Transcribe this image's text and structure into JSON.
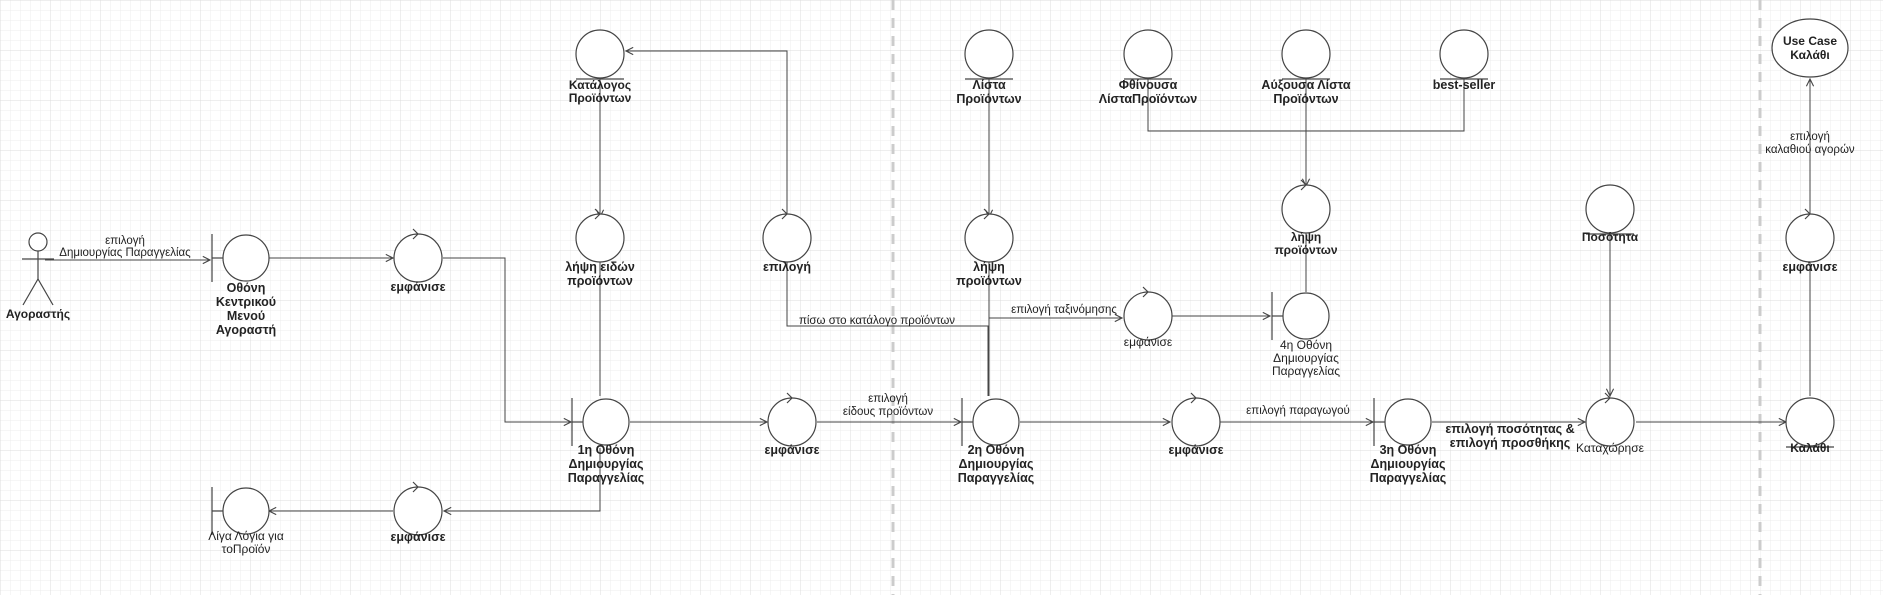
{
  "diagram": {
    "colors": {
      "stroke": "#444444",
      "grid": "#e6e6e6",
      "grid_major": "#d4d4d4",
      "divider": "#cccccc",
      "text": "#222222"
    },
    "actor": {
      "label": "Αγοραστής"
    },
    "boundaries": {
      "main_menu": [
        "Οθόνη",
        "Κεντρικού",
        "Μενού",
        "Αγοραστή"
      ],
      "screen1": [
        "1η Οθόνη",
        "Δημιουργίας",
        "Παραγγελίας"
      ],
      "screen2": [
        "2η Οθόνη",
        "Δημιουργίας",
        "Παραγγελίας"
      ],
      "screen3": [
        "3η Οθόνη",
        "Δημιουργίας",
        "Παραγγελίας"
      ],
      "screen4": [
        "4η Οθόνη",
        "Δημιουργίας",
        "Παραγγελίας"
      ],
      "few_words": [
        "Λίγα Λόγια για",
        "τοΠροϊόν"
      ]
    },
    "controls": {
      "show_menu": [
        "εμφάνισε"
      ],
      "get_product_types": [
        "λήψη ειδών",
        "προϊόντων"
      ],
      "select": [
        "επιλογή"
      ],
      "show_s1": [
        "εμφάνισε"
      ],
      "show_few": [
        "εμφάνισε"
      ],
      "get_products": [
        "λήψη",
        "προϊόντων"
      ],
      "show_sort": [
        "εμφάνισε"
      ],
      "get_products_4": [
        "λήψη",
        "προϊόντων"
      ],
      "show_s2": [
        "εμφάνισε"
      ],
      "register": [
        "Καταχώρησε"
      ],
      "show_cart": [
        "εμφάνισε"
      ]
    },
    "entities": {
      "catalog": [
        "Κατάλογος",
        "Προϊόντων"
      ],
      "product_list": [
        "Λίστα",
        "Προϊόντων"
      ],
      "desc_list": [
        "Φθίνουσα",
        "ΛίσταΠροϊόντων"
      ],
      "asc_list": [
        "Αύξουσα Λίστα",
        "Προϊόντων"
      ],
      "best_seller": [
        "best-seller"
      ],
      "quantity": [
        "Ποσότητα"
      ],
      "cart": [
        "Καλάθι"
      ]
    },
    "use_case": [
      "Use Case",
      "Καλάθι"
    ],
    "edges": {
      "select_create_order": [
        "επιλογή",
        "Δημιουργίας Παραγγελίας"
      ],
      "back_to_catalog": [
        "πίσω στο κατάλογο προϊόντων"
      ],
      "select_sorting": [
        "επιλογή ταξινόμησης"
      ],
      "select_product_type": [
        "επιλογή",
        "είδους προϊόντων"
      ],
      "select_product": [
        "επιλογή παραγωγού"
      ],
      "select_quantity": [
        "επιλογή ποσότητας &",
        "επιλογή προσθήκης"
      ],
      "select_cart": [
        "επιλογή",
        "καλαθιού αγορών"
      ]
    }
  }
}
